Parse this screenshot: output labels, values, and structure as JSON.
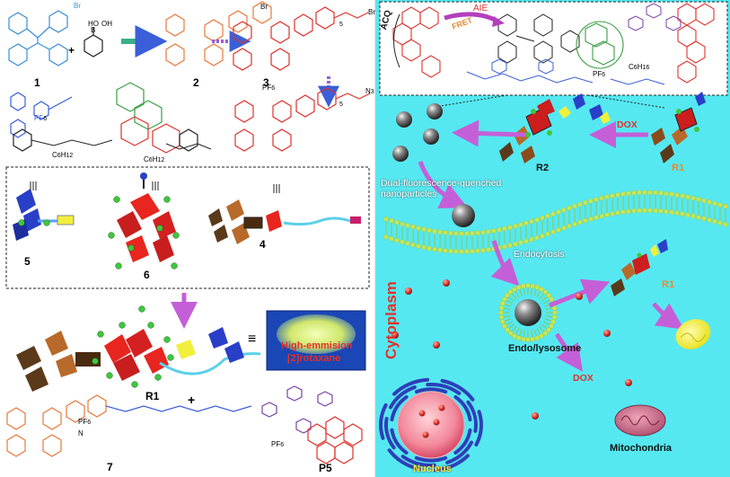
{
  "labels": {
    "c1": "1",
    "c2": "2",
    "c3": "3",
    "c4": "4",
    "c5": "5",
    "c6": "6",
    "c7": "7",
    "r1_left": "R1",
    "r1_right": "R1",
    "r1_bottom_right": "R1",
    "r2": "R2",
    "p5": "P5",
    "plus_top": "+",
    "plus_bottom": "+",
    "equiv": "≡",
    "br_top": "Br",
    "br_side": "Br",
    "n3": "N",
    "n3_sub": "3",
    "pf6_a": "PF",
    "pf6_a_sub": "6",
    "pf6_b": "PF",
    "pf6_b_sub": "6",
    "pf6_c": "PF",
    "pf6_c_sub": "6",
    "pf6_d": "PF",
    "pf6_d_sub": "6",
    "pf6_e": "PF",
    "pf6_e_sub": "6",
    "c6h12_a": "C",
    "c6h12_a_sub": "6",
    "c6h12_a_h": "H",
    "c6h12_a_hsub": "12",
    "c6h12_b": "C",
    "c6h12_b_sub": "6",
    "c6h12_b_h": "H",
    "c6h12_b_hsub": "12",
    "c6h16": "C",
    "c6h16_sub": "6",
    "c6h16_h": "H",
    "c6h16_hsub": "16",
    "n_plus": "N",
    "sub5": "5",
    "boronic": "B",
    "boronic_oh": "OH",
    "boronic_ho": "HO"
  },
  "right_panel": {
    "aie": "AIE",
    "fret": "FRET",
    "acq": "ACQ",
    "dox_top": "DOX",
    "nanoparticles": "Dual-fluorescence-quenched\nnanoparticles",
    "endocytosis": "Endocytosis",
    "endo_lysosome": "Endo/lysosome",
    "dox_bottom": "DOX",
    "nucleus": "Nucleus",
    "mitochondria": "Mitochondria",
    "cytoplasm": "Cytoplasm"
  },
  "photo_box": {
    "line1": "High-emmision",
    "line2": "[2]rotaxane"
  },
  "colors": {
    "panel_bg": "#55e8f1",
    "membrane_head": "#c7e655",
    "membrane_tail": "#b6e04d",
    "tpe_blue": "#3a8fd8",
    "tpe_teal": "#2bb38a",
    "tpe_red": "#e0312b",
    "photo_bg": "#1b46b5",
    "arrow_purple": "#c55fd8",
    "cross_red": "#e0312b"
  }
}
